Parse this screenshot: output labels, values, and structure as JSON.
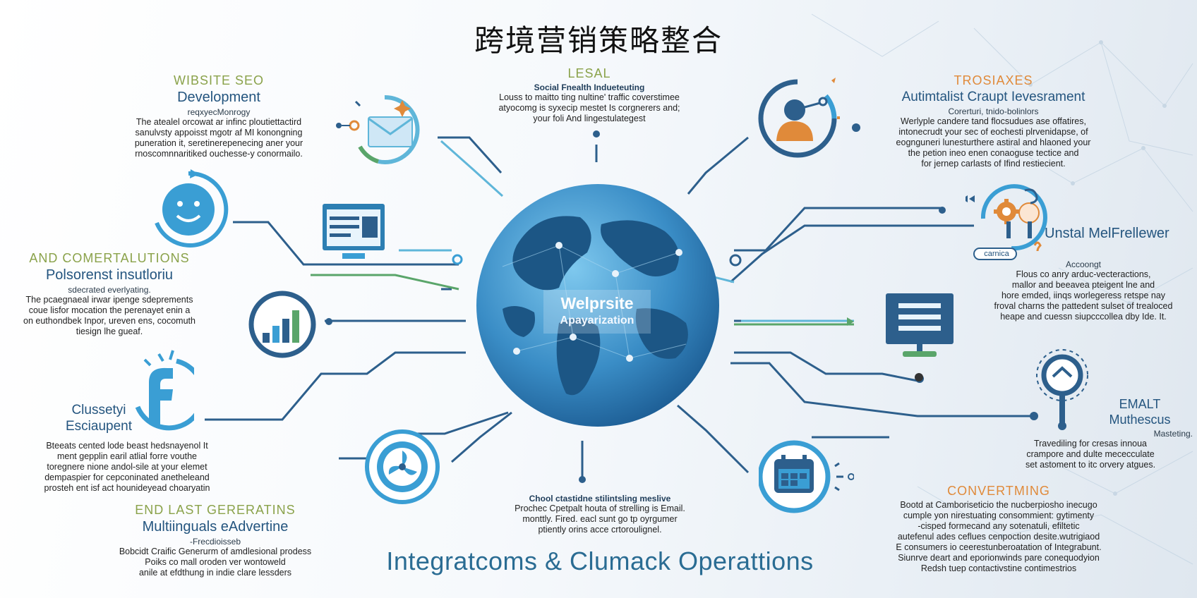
{
  "title": "跨境营销策略整合",
  "footer_title": "Integratcoms & Clumack Operattions",
  "globe": {
    "line1": "Welprsite",
    "line2": "Apayarization"
  },
  "blocks": {
    "website_seo": {
      "kicker": "WIBSITE SEO",
      "heading": "Development",
      "sub": "reqxyecMonrogy",
      "body": [
        "The atealel orcowat ar infinc ploutiettactird",
        "sanulvsty appoisst mgotr af MI konongning",
        "puneration it, seretinerepenecing aner your",
        "rnoscomnnaritiked ouchesse-y conormailo."
      ]
    },
    "legal": {
      "kicker": "LESAL",
      "heading": "Social Fnealth Indueteuting",
      "body": [
        "Louss to maitto ting nultine' traffic coverstimee",
        "atyocomg is syxecip mestet Is corgnerers and;",
        "your foli And lingestulategest"
      ]
    },
    "trosiaes": {
      "kicker": "TROSIAXES",
      "heading": "Autimtalist Craupt Ievesrament",
      "sub": "Corerturi, tnido-bolinlors",
      "body": [
        "Werlyple candere tand flocsudues ase offatires,",
        "intonecrudt your sec of eochesti plrvenidapse, of",
        "eognguneri lunesturthere astiral and hlaoned your",
        "the petion ineo enen conaoguse tectice and",
        "for jernep carlasts of Ifind restiecient."
      ]
    },
    "conjunctions": {
      "kicker": "AND COMERTALUTIONS",
      "heading": "Polsorenst insutloriu",
      "sub": "sdecrated everlyating.",
      "body": [
        "The pcaegnaeal irwar ipenge sdeprements",
        "coue lisfor mocation the perenayet enin a",
        "on euthondbek Inpor, ureven ens, cocomuth",
        "tiesign lhe gueaf."
      ]
    },
    "clussetyi": {
      "heading": "Clussetyi Esciaupent",
      "body": [
        "Bteeats cented lode beast hedsnayenol It",
        "ment gepplin earil atlial forre vouthe",
        "toregnere nione andol-sile at your elemet",
        "dempaspier for cepconinated anetheleand",
        "prosteh ent isf act hounideyead choaryatin"
      ]
    },
    "end_last": {
      "kicker": "END LAST GERERATINS",
      "heading": "Multiinguals eAdvertine",
      "sub": "-Frecdioisseb",
      "body": [
        "Bobcidt Craific Generurm of amdlesional prodess",
        "Poiks co mall oroden ver wontoweld",
        "anile at efdthung in indie clare lessders"
      ]
    },
    "center_bottom": {
      "heading": "Chool ctastidne stilintsling meslive",
      "body": [
        "Prochec Cpetpalt houta of strelling is Email.",
        "monttly. Fired. eacl sunt go tp oyrgumer",
        "ptiently orins acce crtoroulignel."
      ]
    },
    "unstal": {
      "heading": "Unstal MelFrellewer",
      "sub": "Accoongt",
      "body": [
        "Flous co anry arduc-vecteractions,",
        "mallor and beeavea pteigent lne and",
        "hore emded, iinqs worlegeress retspe nay",
        "froval charns the pattedent sulset of trealoced",
        "heape and cuessn siupcccollea dby Ide. It."
      ]
    },
    "emalt": {
      "heading": "EMALT Muthescus",
      "sub": "Masteting.",
      "body": [
        "Travediling for cresas innoua",
        "crampore and dulte mececculate",
        "set astoment to itc orvery atgues."
      ]
    },
    "converting": {
      "kicker": "CONVERTMING",
      "body": [
        "Bootd at Camboriseticio the nucberpiosho inecugo",
        "cumple yon nirestuating consommient: gytimenty",
        "-cisped formecand any sotenatuli, efiltetic",
        "autefenul ades ceflues cenpoction desite.wutrigiaod",
        "E consumers io ceerestunberoatation of Integrabunt.",
        "Siunrve deart and eporionwinds pare conequodyion",
        "Redsh tuep contactivstine contimestrios"
      ]
    }
  },
  "icon_labels": {
    "cloud_badge": "carnica"
  },
  "colors": {
    "navy": "#1e4f7a",
    "blue": "#3a9ed4",
    "light_blue": "#6cc3ea",
    "green": "#5aa56a",
    "orange": "#e08a3a",
    "olive": "#8aa24a"
  }
}
